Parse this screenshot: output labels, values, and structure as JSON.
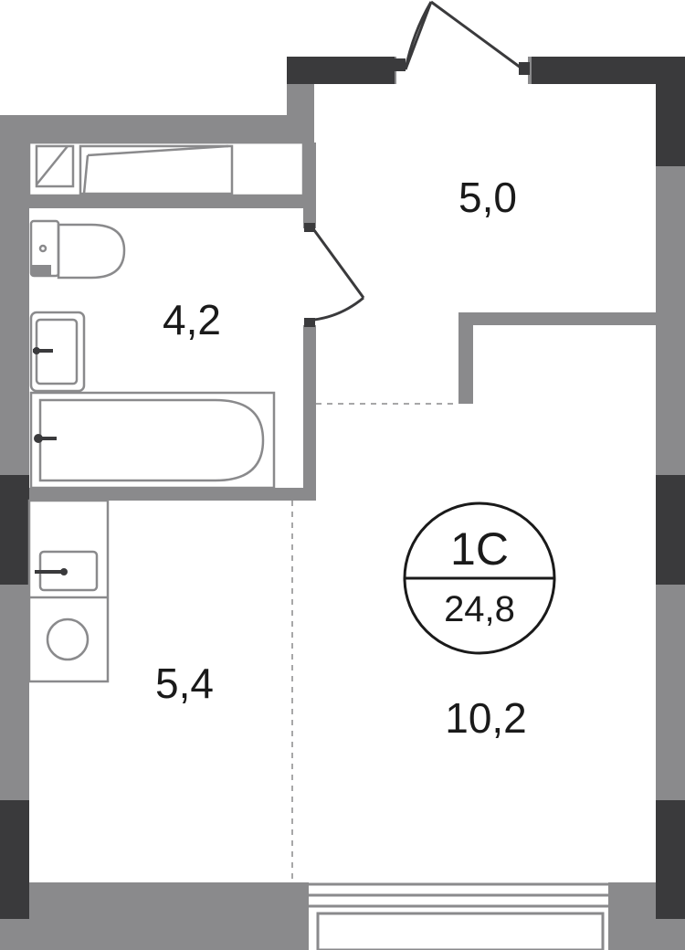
{
  "colors": {
    "wall": "#8a8a8c",
    "column": "#3a3a3c",
    "fixture_stroke": "#8a8a8c",
    "text": "#1a1a1a",
    "background": "#ffffff"
  },
  "apartment": {
    "type": "1С",
    "total_area": "24,8"
  },
  "rooms": {
    "hall": {
      "area": "5,0"
    },
    "bathroom": {
      "area": "4,2"
    },
    "kitchen": {
      "area": "5,4"
    },
    "living": {
      "area": "10,2"
    }
  },
  "fixtures": {
    "bathroom": [
      "toilet-icon",
      "sink-icon",
      "bathtub-icon"
    ],
    "kitchen": [
      "sink-icon",
      "stove-icon"
    ],
    "hall": [
      "wardrobe-icon"
    ]
  }
}
